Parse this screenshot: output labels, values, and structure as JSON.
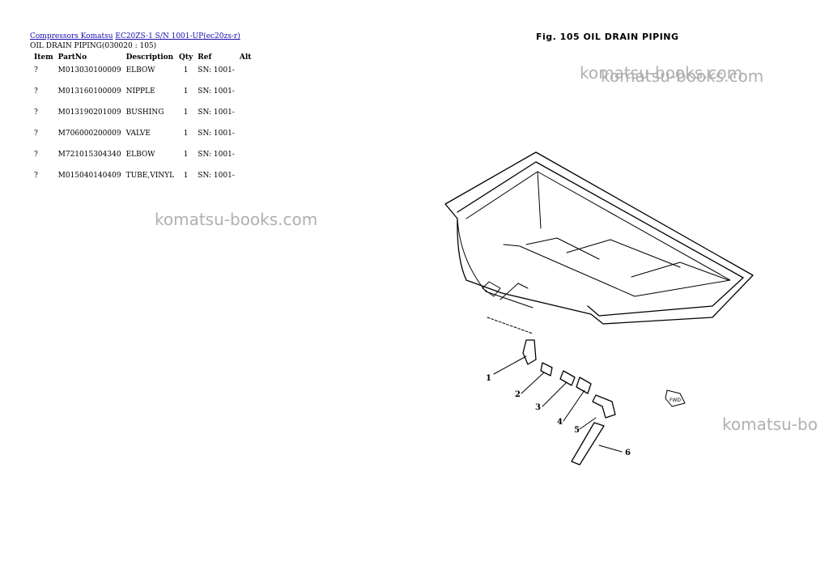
{
  "breadcrumb": {
    "link1": "Compressors Komatsu",
    "link2": "EC20ZS-1 S/N 1001-UP(ec20zs-r)"
  },
  "page": {
    "subtitle": "OIL DRAIN PIPING(030020 : 105)",
    "figure_title": "Fig. 105  OIL DRAIN PIPING"
  },
  "table": {
    "headers": {
      "item": "Item",
      "part": "PartNo",
      "desc": "Description",
      "qty": "Qty",
      "ref": "Ref",
      "alt": "Alt"
    },
    "rows": [
      {
        "item": "?",
        "part": "M013030100009",
        "desc": "ELBOW",
        "qty": "1",
        "ref": "SN: 1001-"
      },
      {
        "item": "?",
        "part": "M013160100009",
        "desc": "NIPPLE",
        "qty": "1",
        "ref": "SN: 1001-"
      },
      {
        "item": "?",
        "part": "M013190201009",
        "desc": "BUSHING",
        "qty": "1",
        "ref": "SN: 1001-"
      },
      {
        "item": "?",
        "part": "M706000200009",
        "desc": "VALVE",
        "qty": "1",
        "ref": "SN: 1001-"
      },
      {
        "item": "?",
        "part": "M721015304340",
        "desc": "ELBOW",
        "qty": "1",
        "ref": "SN: 1001-"
      },
      {
        "item": "?",
        "part": "M015040140409",
        "desc": "TUBE,VINYL",
        "qty": "1",
        "ref": "SN: 1001-"
      }
    ]
  },
  "watermarks": {
    "w1": "komatsu-books.com",
    "w2": "komatsu-books.com",
    "w3": "komatsu-books.com",
    "w4": "komatsu-bo"
  },
  "callouts": [
    "1",
    "2",
    "3",
    "4",
    "5",
    "6"
  ],
  "fwd_label": "FWD"
}
